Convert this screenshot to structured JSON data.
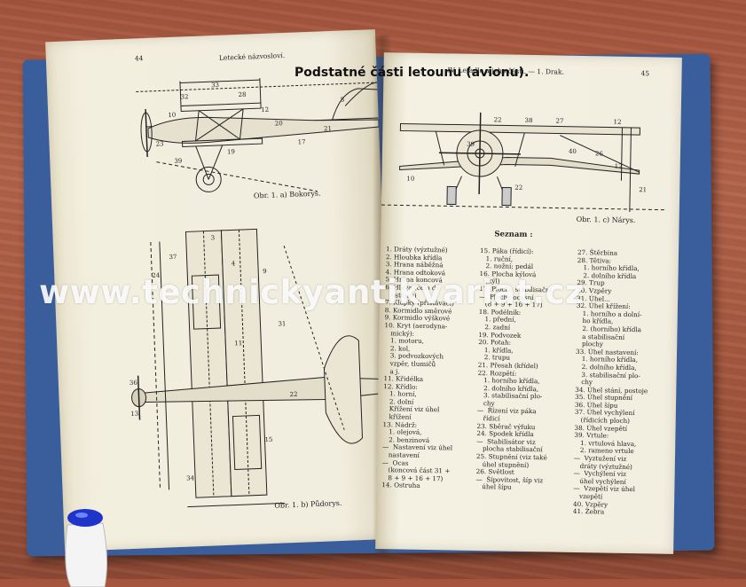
{
  "book": {
    "left_page": {
      "page_number": "44",
      "running_header": "Letecké názvosloví.",
      "title": "Podstatné části letounu (avionu).",
      "caption_a": "Obr. 1. a) Bokorys.",
      "caption_b": "Obr. 1. b) Půdorys."
    },
    "right_page": {
      "page_number": "45",
      "running_header": "IV. Letadlo a jeho části. — 1. Drak.",
      "caption_c": "Obr. 1. c) Nárys.",
      "list_heading": "Seznam :",
      "col1": [
        "1. Dráty (výztužné)",
        "2. Hloubka křídla",
        "3. Hrana náběžná",
        "4. Hrana odtoková",
        "5. Hrana koncová",
        "6. Hlava (čelo dě",
        "   ostějov)",
        "7. Klapky (přistávací)",
        "8. Kormidlo směrové",
        "9. Kormidlo výškové",
        "10. Kryt (aerodyna-",
        "   mický):",
        "   1. motoru,",
        "   2. kol,",
        "   3. podvozkových",
        "   vzpěr, tlumičů",
        "   a j.",
        "11. Křidélka",
        "12. Křídlo:",
        "   1. horní,",
        "   2. dolní",
        "   Křížení viz úhel",
        "   křížení",
        "13. Nádrž:",
        "   1. olejová,",
        "   2. benzinová",
        "—  Nastavení viz úhel",
        "   nastavení",
        "—  Ocas",
        "   (koncová část 31 +",
        "   8 + 9 + 16 + 17)",
        "14. Ostruha"
      ],
      "col2": [
        "15. Páka (řídicí):",
        "   1. ruční,",
        "   2. nožní; pedál",
        "16. Plocha kýlová",
        "   (kýl)",
        "17. Plocha stabilisační",
        "—  Plochy ocasní",
        "   (8 + 9 + 16 + 17)",
        "18. Podélník:",
        "   1. přední,",
        "   2. zadní",
        "19. Podvozek",
        "20. Potah:",
        "   1. křídla,",
        "   2. trupu",
        "21. Přesah (křídel)",
        "22. Rozpětí:",
        "   1. horního křídla,",
        "   2. dolního křídla,",
        "   3. stabilisační plo-",
        "   chy",
        "—  Řízení viz páka",
        "   řídicí",
        "23. Sběrač výfuku",
        "24. Spodek křídla",
        "—  Stabilisátor viz",
        "   plocha stabilisační",
        "25. Stupnění (viz také",
        "   úhel stupnění)",
        "26. Světlost",
        "—  Šípovitost, šíp viz",
        "   úhel šípu"
      ],
      "col3": [
        "27. Štěrbina",
        "28. Tětiva:",
        "   1. horního křídla,",
        "   2. dolního křídla",
        "29. Trup",
        "30. Vzpěry",
        "31. Úhel...",
        "32. Úhel křížení:",
        "   1. horního a dolní-",
        "   ho křídla,",
        "   2. (horního) křídla",
        "   a stabilisační",
        "   plochy",
        "33. Úhel nastavení:",
        "   1. horního křídla,",
        "   2. dolního křídla,",
        "   3. stabilisační plo-",
        "   chy",
        "34. Úhel stání, postoje",
        "35. Úhel stupnění",
        "36. Úhel šípu",
        "37. Úhel vychýlení",
        "   (řídicích ploch)",
        "38. Úhel vzepětí",
        "39. Vrtule:",
        "   1. vrtulová hlava,",
        "   2. rameno vrtule",
        "—  Vyztužení viz",
        "   dráty (výztužné)",
        "—  Vychýlení viz",
        "   úhel vychýlení",
        "—  Vzepětí viz úhel",
        "   vzepětí",
        "40. Vzpěry",
        "41. Žebra"
      ]
    }
  },
  "watermark": "www.technickyantikvariat.cz"
}
